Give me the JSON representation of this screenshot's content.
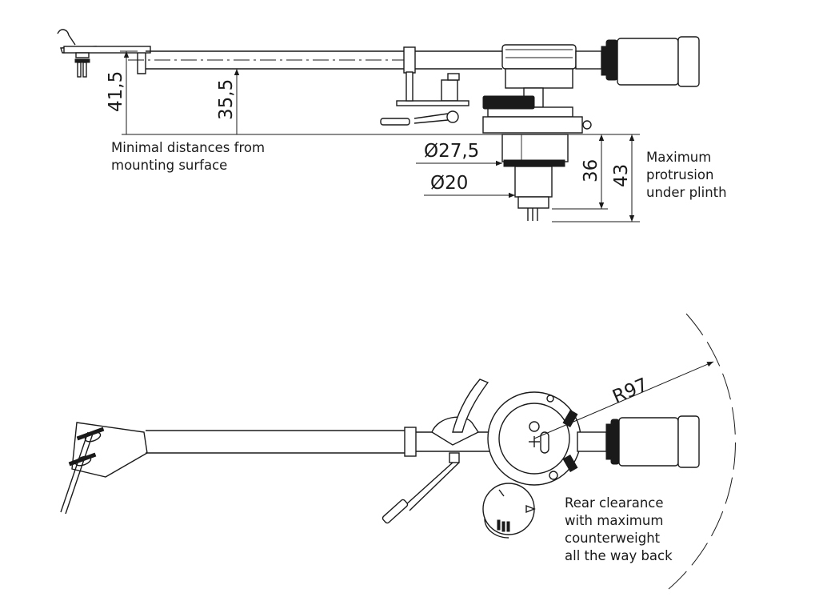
{
  "side_view": {
    "dimensions": {
      "headshell_height": "41,5",
      "arm_height": "35,5",
      "outer_diameter": "Ø27,5",
      "inner_diameter": "Ø20",
      "protrusion_min": "36",
      "protrusion_max": "43"
    },
    "notes": {
      "mounting": [
        "Minimal distances from",
        "mounting surface"
      ],
      "plinth": [
        "Maximum",
        "protrusion",
        "under plinth"
      ]
    }
  },
  "top_view": {
    "dimensions": {
      "radius": "R97"
    },
    "notes": {
      "clearance": [
        "Rear clearance",
        "with maximum",
        "counterweight",
        "all the way back"
      ]
    }
  }
}
